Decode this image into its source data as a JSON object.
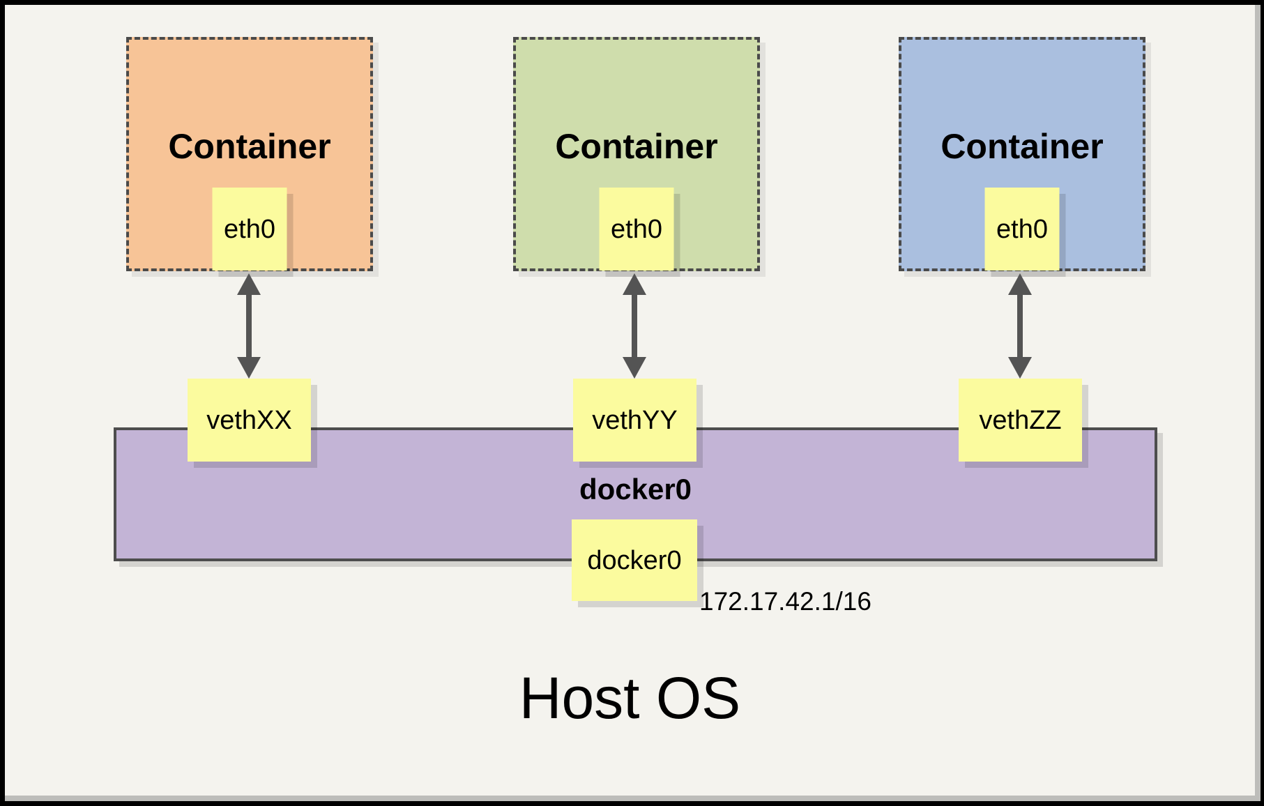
{
  "diagram": {
    "host": {
      "label": "Host OS"
    },
    "bridge": {
      "name": "docker0",
      "interface": "docker0",
      "ip_cidr": "172.17.42.1/16",
      "fill": "#C3B4D6"
    },
    "containers": [
      {
        "label": "Container",
        "interface": "eth0",
        "veth": "vethXX",
        "fill": "#F7C497"
      },
      {
        "label": "Container",
        "interface": "eth0",
        "veth": "vethYY",
        "fill": "#CFDDAC"
      },
      {
        "label": "Container",
        "interface": "eth0",
        "veth": "vethZZ",
        "fill": "#AABFDF"
      }
    ],
    "colors": {
      "background": "#F4F3EE",
      "chip_fill": "#FBFB9E",
      "dashed_border": "#4A4A4A",
      "arrow": "#545454"
    }
  }
}
